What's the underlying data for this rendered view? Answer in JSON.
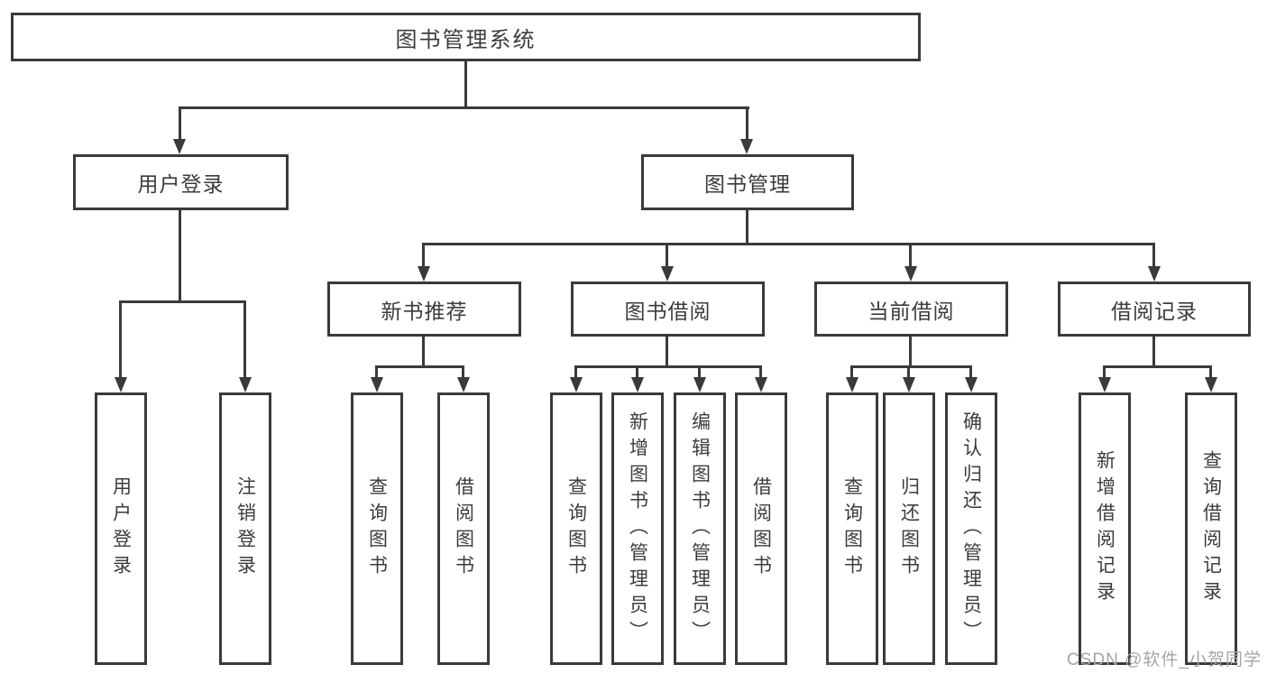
{
  "diagram": {
    "title": "图书管理系统",
    "nodes": {
      "root": "图书管理系统",
      "level2": [
        "用户登录",
        "图书管理"
      ],
      "level3": [
        "新书推荐",
        "图书借阅",
        "当前借阅",
        "借阅记录"
      ],
      "leaves": [
        "用户登录",
        "注销登录",
        "查询图书",
        "借阅图书",
        "查询图书",
        "新增图书（管理员）",
        "编辑图书（管理员）",
        "借阅图书",
        "查询图书",
        "归还图书",
        "确认归还（管理员）",
        "新增借阅记录",
        "查询借阅记录"
      ]
    },
    "colors": {
      "line": "#3a3a3a",
      "text": "#3c3c3c",
      "watermark": "#a6a6a6",
      "background": "#ffffff"
    }
  },
  "watermark": "CSDN @软件_小贺同学"
}
